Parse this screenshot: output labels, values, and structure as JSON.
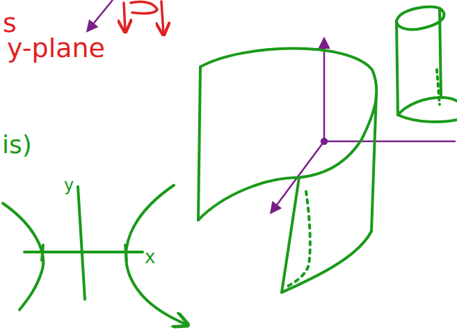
{
  "diagram": {
    "labels": [
      "s",
      "y-plane",
      "is)",
      "y",
      "x"
    ]
  }
}
